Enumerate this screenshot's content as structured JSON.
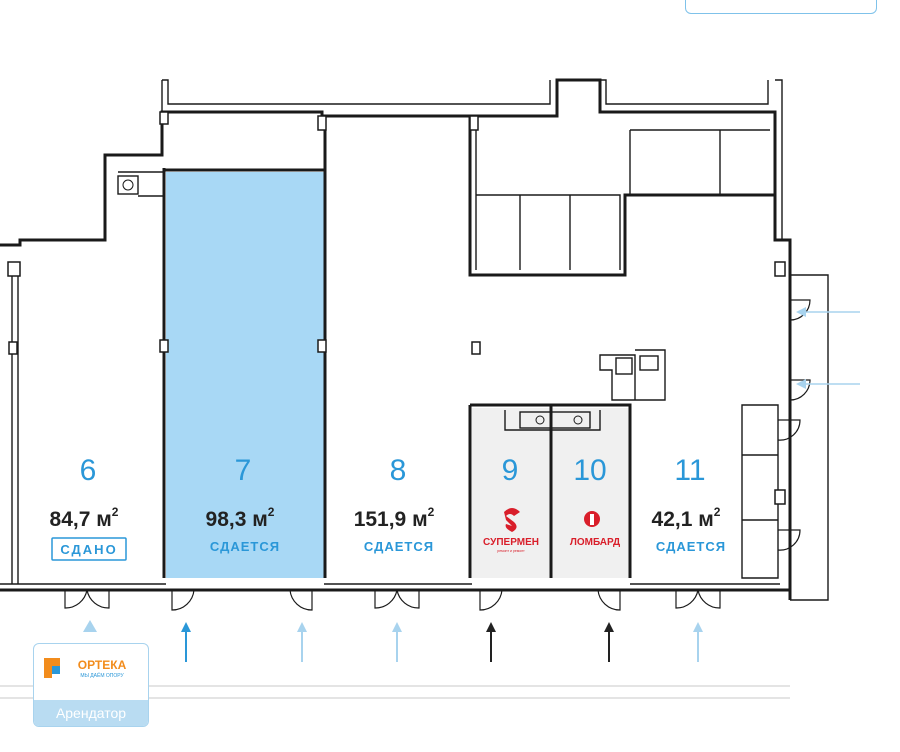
{
  "units": [
    {
      "number": "6",
      "area": "84,7 м",
      "status": "СДАНО"
    },
    {
      "number": "7",
      "area": "98,3 м",
      "status": "СДАЕТСЯ"
    },
    {
      "number": "8",
      "area": "151,9 м",
      "status": "СДАЕТСЯ"
    },
    {
      "number": "9",
      "brand": "СУПЕРМЕН",
      "brand_sub": "ремонт и ремонт"
    },
    {
      "number": "10",
      "brand": "ЛОМБАРД"
    },
    {
      "number": "11",
      "area": "42,1 м",
      "status": "СДАЕТСЯ"
    }
  ],
  "area_unit_sup": "2",
  "tenant": {
    "brand": "ОРТЕКА",
    "slogan": "МЫ ДАЁМ ОПОРУ",
    "label": "Арендатор"
  },
  "colors": {
    "highlight": "#a8d8f5",
    "accent": "#2a97d8",
    "brand_red": "#d91e2a",
    "arrow_light": "#a8d3ee",
    "arrow_dark": "#222222"
  }
}
